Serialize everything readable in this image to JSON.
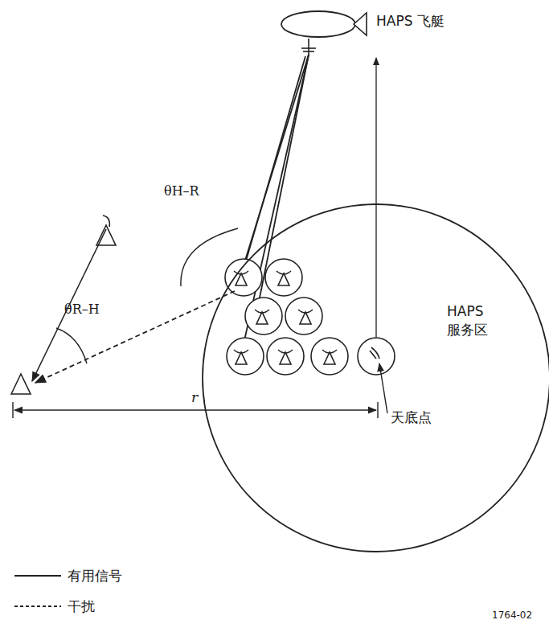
{
  "diagram": {
    "nodes": [
      {
        "text": [
          "HAPS 飞艇"
        ]
      },
      {
        "text": [
          "HAPS 服务区"
        ]
      }
    ],
    "labels": [
      "θH–R",
      "θR–H",
      "r",
      "天底点",
      "1764-02"
    ],
    "legend": [
      {
        "text": "有用信号"
      },
      {
        "text": "干扰"
      }
    ]
  }
}
